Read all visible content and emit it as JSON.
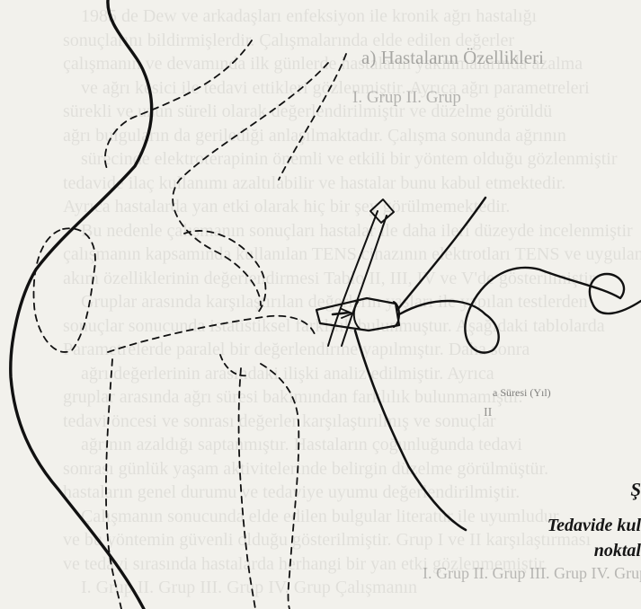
{
  "figure": {
    "caption_letter": "Ş",
    "caption_line1": "Tedavide kul",
    "caption_line2": "noktal",
    "bleed_label_1": "a) Hastaların Özellikleri",
    "bleed_label_2": "I. Grup   II. Grup",
    "bleed_label_3": "a Süresi (Yıl)",
    "bleed_label_4": "II",
    "bleed_label_5": "I. Grup   II. Grup   III. Grup   IV. Grup"
  },
  "bleed_through_text": [
    "1985 de Dew ve arkadaşları enfeksiyon ile kronik ağrı hastalığı",
    "sonuçlarını bildirmişlerdir. Çalışmalarında elde edilen değerler",
    "çalışmanın ve devamında ilk günlerde hastaların yakınmalarında azalma",
    "ve ağrı kesici ile tedavi ettikleri gözlenmiştir. Ayrıca ağrı parametreleri",
    "sürekli ve uzun süreli olarak değerlendirilmiştir ve düzelme görüldü",
    "ağrı bulguların da gerilediği anlaşılmaktadır. Çalışma sonunda ağrının",
    "sürecinde elektroterapinin önemli ve etkili bir yöntem olduğu gözlenmiştir",
    "tedavide ilaç kullanımı azaltılabilir ve hastalar bunu kabul etmektedir.",
    "Ayrıca hastalarda yan etki olarak hiç bir şey görülmemektedir.",
    "Bu nedenle çalışmanın sonuçları hastalar ile daha ileri düzeyde incelenmiştir",
    "çalışmanın kapsamında kullanılan TENS cihazının elektrotları TENS ve uygulanan",
    "akım özelliklerinin değerlendirmesi Tablo II, III, IV ve V'de gösterilmiştir",
    "Gruplar arasında karşılaştırılan değerlerin yaşları ile yapılan testlerden",
    "sonuçlar sonucunda istatistiksel farklılık bulunmuştur. Aşağıdaki tablolarda",
    "Parametrelerde paralel bir değerlendirme yapılmıştır. Daha sonra",
    "ağrı değerlerinin arasındaki ilişki analiz edilmiştir. Ayrıca",
    "gruplar arasında ağrı süresi bakımından farklılık bulunmamıştır.",
    "tedavi öncesi ve sonrası değerler karşılaştırılmış ve sonuçlar",
    "ağrının azaldığı saptanmıştır. Hastaların çoğunluğunda tedavi",
    "sonrası günlük yaşam aktivitelerinde belirgin düzelme görülmüştür.",
    "hastaların genel durumu ve tedaviye uyumu değerlendirilmiştir.",
    "Çalışmanın sonucunda elde edilen bulgular literatür ile uyumludur",
    "ve bu yöntemin güvenli olduğu gösterilmiştir. Grup I ve II karşılaştırması",
    "ve tedavi sırasında hastalarda herhangi bir yan etki gözlenmemiştir.",
    "I. Grup   II. Grup   III. Grup   IV. Grup   Çalışmanın"
  ]
}
